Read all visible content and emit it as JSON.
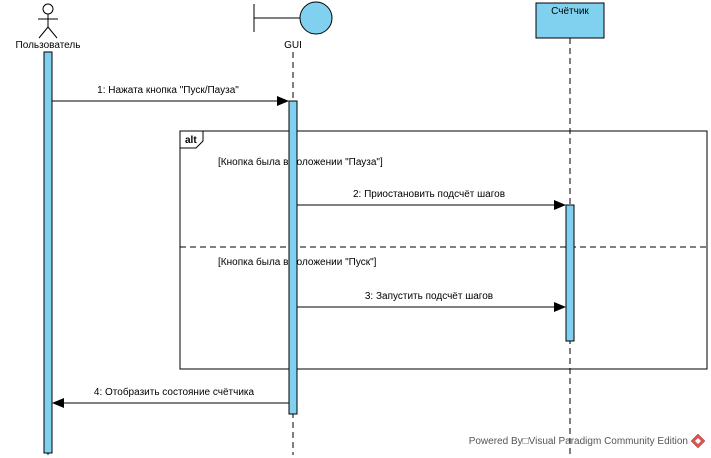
{
  "participants": {
    "user": "Пользователь",
    "gui": "GUI",
    "counter": "Счётчик"
  },
  "messages": [
    "1: Нажата кнопка \"Пуск/Пауза\"",
    "2: Приостановить подсчёт шагов",
    "3: Запустить подсчёт шагов",
    "4: Отобразить состояние счётчика"
  ],
  "fragment": {
    "operator": "alt",
    "guards": [
      "[Кнопка была в положении \"Пауза\"]",
      "[Кнопка была в положении \"Пуск\"]"
    ]
  },
  "footer": "Powered By□Visual Paradigm Community Edition",
  "colors": {
    "activation": "#80d0f0",
    "participant_box": "#80d0f0",
    "line": "#000000"
  }
}
